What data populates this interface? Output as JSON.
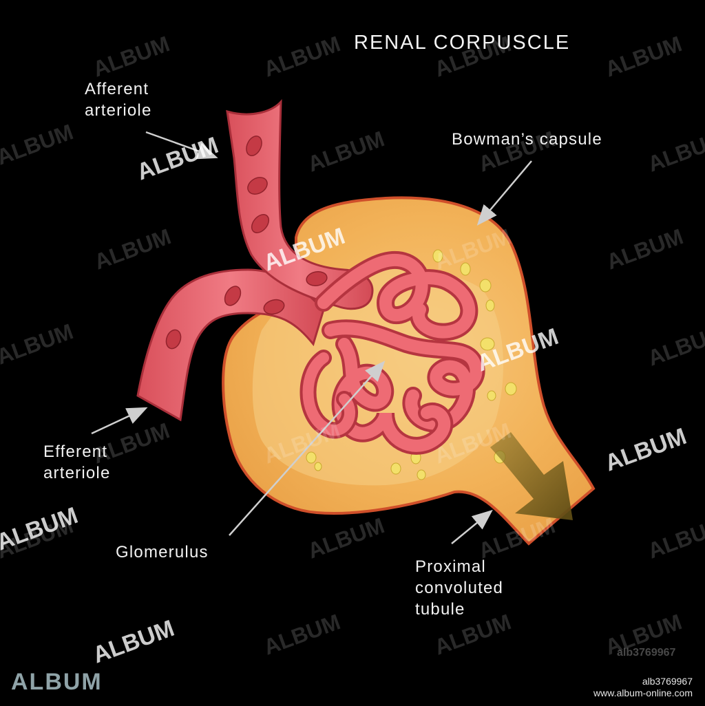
{
  "title": "RENAL CORPUSCLE",
  "labels": {
    "afferent": "Afferent\narteriole",
    "bowman": "Bowman’s capsule",
    "efferent": "Efferent\narteriole",
    "glomerulus": "Glomerulus",
    "proximal": "Proximal\nconvoluted\ntubule"
  },
  "watermark": {
    "text": "ALBUM"
  },
  "footer": {
    "brand": "ALBUM",
    "stock_id": "alb3769967",
    "website": "www.album-online.com"
  },
  "colors": {
    "background": "#000000",
    "vessel": "#e8606a",
    "vessel_dark": "#b8363f",
    "blood_cell": "#c53a44",
    "capsule": "#f4b560",
    "capsule_outline": "#d0502c",
    "flow_arrow": "#6e5a1e",
    "leader_line": "#c8c8c8"
  }
}
